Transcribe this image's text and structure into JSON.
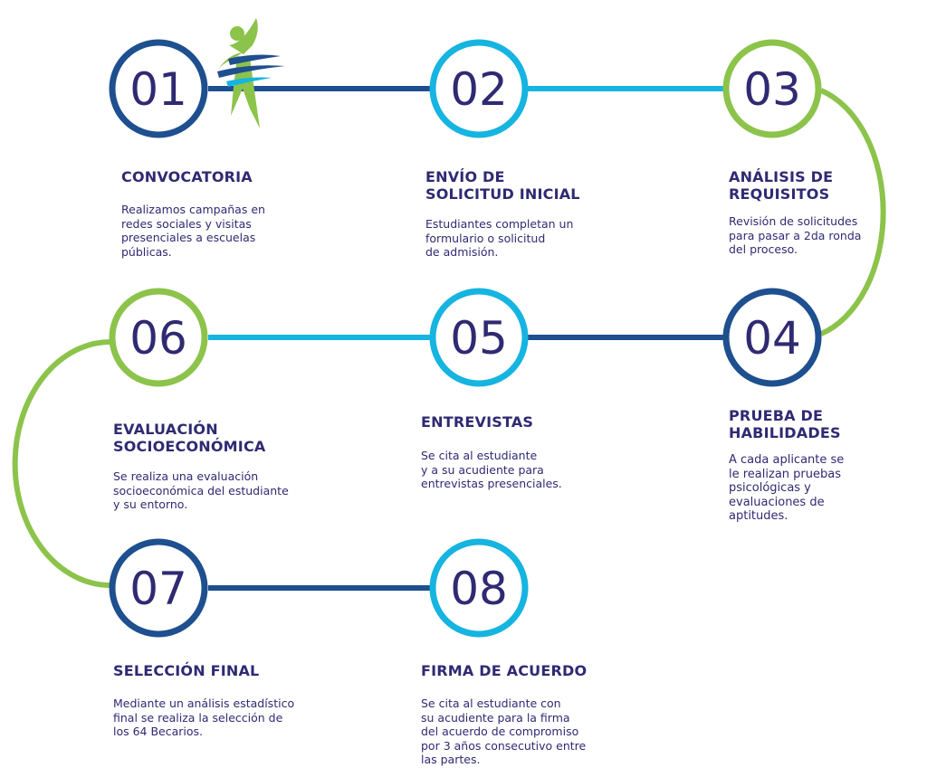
{
  "colors": {
    "dark_blue": "#1e4f8f",
    "light_blue": "#16b4e0",
    "green": "#8cc34b",
    "text": "#2f2a72"
  },
  "logo": {
    "icon": "green-person-with-blue-ribbons-logo"
  },
  "steps": [
    {
      "number": "01",
      "title": "CONVOCATORIA",
      "description": "Realizamos campañas en\nredes sociales y visitas\npresenciales a escuelas\npúblicas."
    },
    {
      "number": "02",
      "title": "ENVÍO DE\nSOLICITUD INICIAL",
      "description": "Estudiantes completan un\nformulario o solicitud\n de admisión."
    },
    {
      "number": "03",
      "title": "ANÁLISIS DE\nREQUISITOS",
      "description": "Revisión de solicitudes\npara pasar a 2da ronda\ndel proceso."
    },
    {
      "number": "04",
      "title": "PRUEBA DE\nHABILIDADES",
      "description": "A cada aplicante se\nle realizan pruebas\npsicológicas y\nevaluaciones de\naptitudes."
    },
    {
      "number": "05",
      "title": "ENTREVISTAS",
      "description": "Se cita al estudiante\ny a su acudiente para\nentrevistas presenciales."
    },
    {
      "number": "06",
      "title": "EVALUACIÓN\nSOCIOECONÓMICA",
      "description": "Se realiza una evaluación\nsocioeconómica del estudiante\ny su entorno."
    },
    {
      "number": "07",
      "title": "SELECCIÓN FINAL",
      "description": "Mediante un análisis estadístico\nfinal se realiza la selección de\nlos 64 Becarios."
    },
    {
      "number": "08",
      "title": "FIRMA DE ACUERDO",
      "description": "Se cita al estudiante con\nsu acudiente para la firma\ndel acuerdo de compromiso\npor 3 años consecutivo entre\nlas partes."
    }
  ]
}
